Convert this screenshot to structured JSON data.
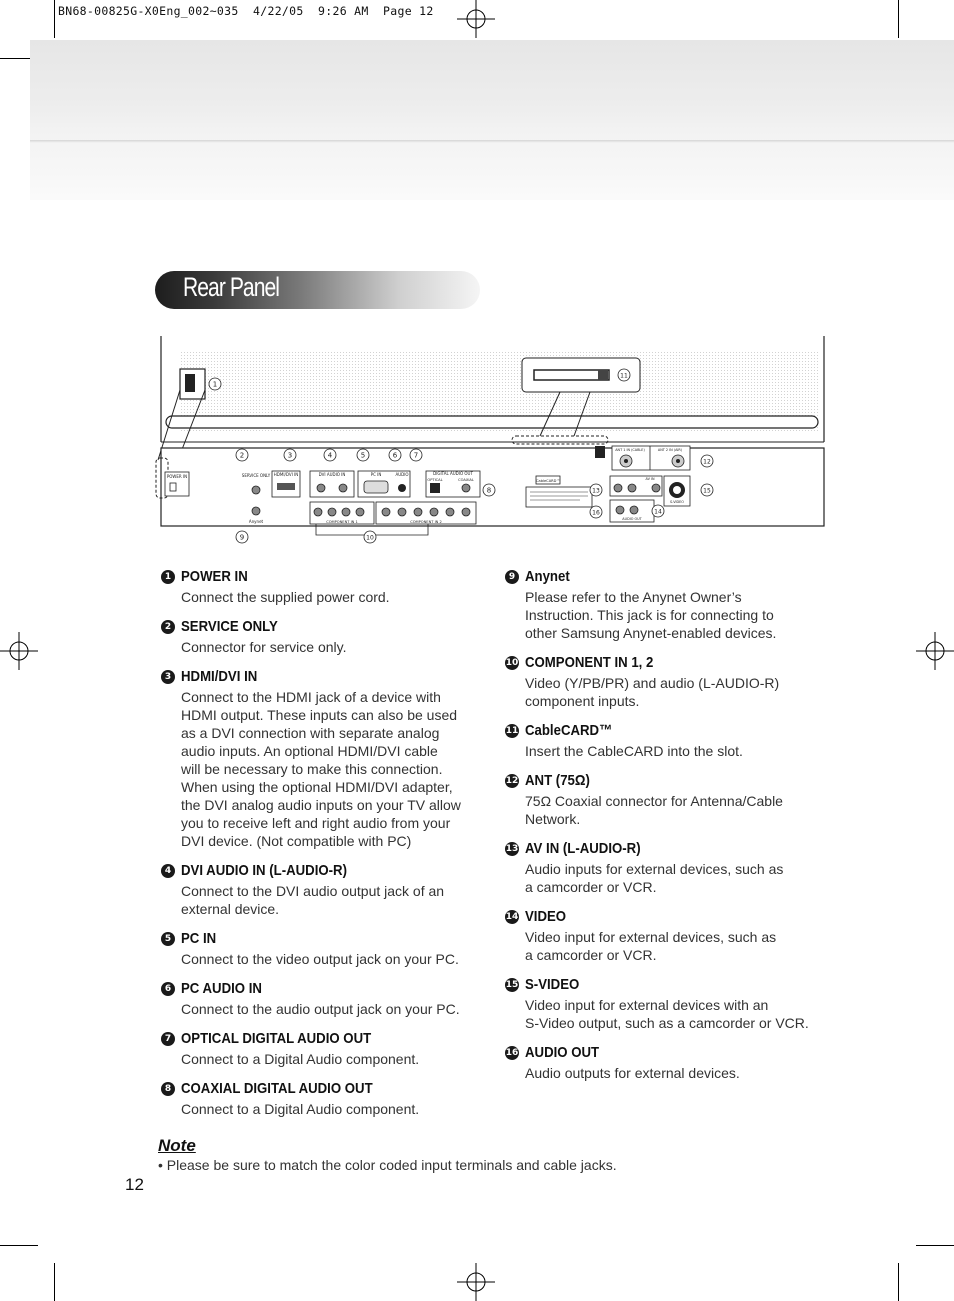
{
  "slug": "BN68-00825G-X0Eng_002~035  4/22/05  9:26 AM  Page 12",
  "section_title": "Rear Panel",
  "diagram": {
    "power_label": "POWER IN",
    "service_label": "SERVICE ONLY",
    "hdmi_label": "HDMI/DVI IN",
    "dvi_audio_label": "DVI AUDIO IN",
    "pc_label": "PC IN",
    "pc_audio_label": "AUDIO",
    "optical_label": "OPTICAL",
    "coaxial_label": "COAXIAL",
    "digital_audio_label": "DIGITAL AUDIO OUT",
    "anynet_label": "Anynet",
    "component1_label": "COMPONENT IN 1",
    "component2_label": "COMPONENT IN 2",
    "cablecard_label": "CableCARD™",
    "ant_label_1": "ANT 1 IN (CABLE)",
    "ant_label_2": "ANT 2 IN (AIR)",
    "av_label": "AV IN",
    "svideo_label": "S-VIDEO",
    "audio_out_label": "AUDIO OUT"
  },
  "left_items": [
    {
      "num": "1",
      "title": "POWER IN",
      "desc": "Connect the supplied power cord."
    },
    {
      "num": "2",
      "title": "SERVICE ONLY",
      "desc": "Connector for service only."
    },
    {
      "num": "3",
      "title": "HDMI/DVI IN",
      "desc": "Connect to the HDMI jack of a device with\nHDMI output. These inputs can also be used\nas a DVI connection with separate analog\naudio inputs. An optional HDMI/DVI cable\nwill be necessary to make this connection.\nWhen using the optional HDMI/DVI adapter,\nthe DVI analog audio inputs on your TV allow\nyou to receive left and right audio from your\nDVI device. (Not compatible with PC)"
    },
    {
      "num": "4",
      "title": "DVI AUDIO IN (L-AUDIO-R)",
      "desc": "Connect to the DVI audio output jack of an\nexternal device."
    },
    {
      "num": "5",
      "title": "PC IN",
      "desc": "Connect to the video output jack on your PC."
    },
    {
      "num": "6",
      "title": "PC AUDIO IN",
      "desc": "Connect to the audio output jack on your PC."
    },
    {
      "num": "7",
      "title": "OPTICAL DIGITAL AUDIO OUT",
      "desc": "Connect to a Digital Audio component."
    },
    {
      "num": "8",
      "title": "COAXIAL DIGITAL AUDIO OUT",
      "desc": "Connect to a Digital Audio component."
    }
  ],
  "right_items": [
    {
      "num": "9",
      "title": "Anynet",
      "desc": "Please refer to the Anynet Owner’s\nInstruction. This jack is for connecting to\nother Samsung Anynet-enabled devices."
    },
    {
      "num": "10",
      "title": "COMPONENT IN 1, 2",
      "desc": "Video (Y/PB/PR) and audio (L-AUDIO-R)\ncomponent inputs."
    },
    {
      "num": "11",
      "title": "CableCARD™",
      "desc": "Insert the CableCARD into the slot."
    },
    {
      "num": "12",
      "title": "ANT (75Ω)",
      "desc": "75Ω Coaxial connector for Antenna/Cable\nNetwork."
    },
    {
      "num": "13",
      "title": "AV IN (L-AUDIO-R)",
      "desc": "Audio inputs for external devices, such as\na camcorder or VCR."
    },
    {
      "num": "14",
      "title": "VIDEO",
      "desc": "Video input for external devices, such as\na camcorder or VCR."
    },
    {
      "num": "15",
      "title": "S-VIDEO",
      "desc": "Video input for external devices with an\nS-Video output, such as a camcorder or VCR."
    },
    {
      "num": "16",
      "title": "AUDIO OUT",
      "desc": "Audio outputs for external devices."
    }
  ],
  "note": {
    "heading": "Note",
    "bullet": "•  Please be sure to match the color coded input terminals and cable jacks."
  },
  "page_number": "12"
}
